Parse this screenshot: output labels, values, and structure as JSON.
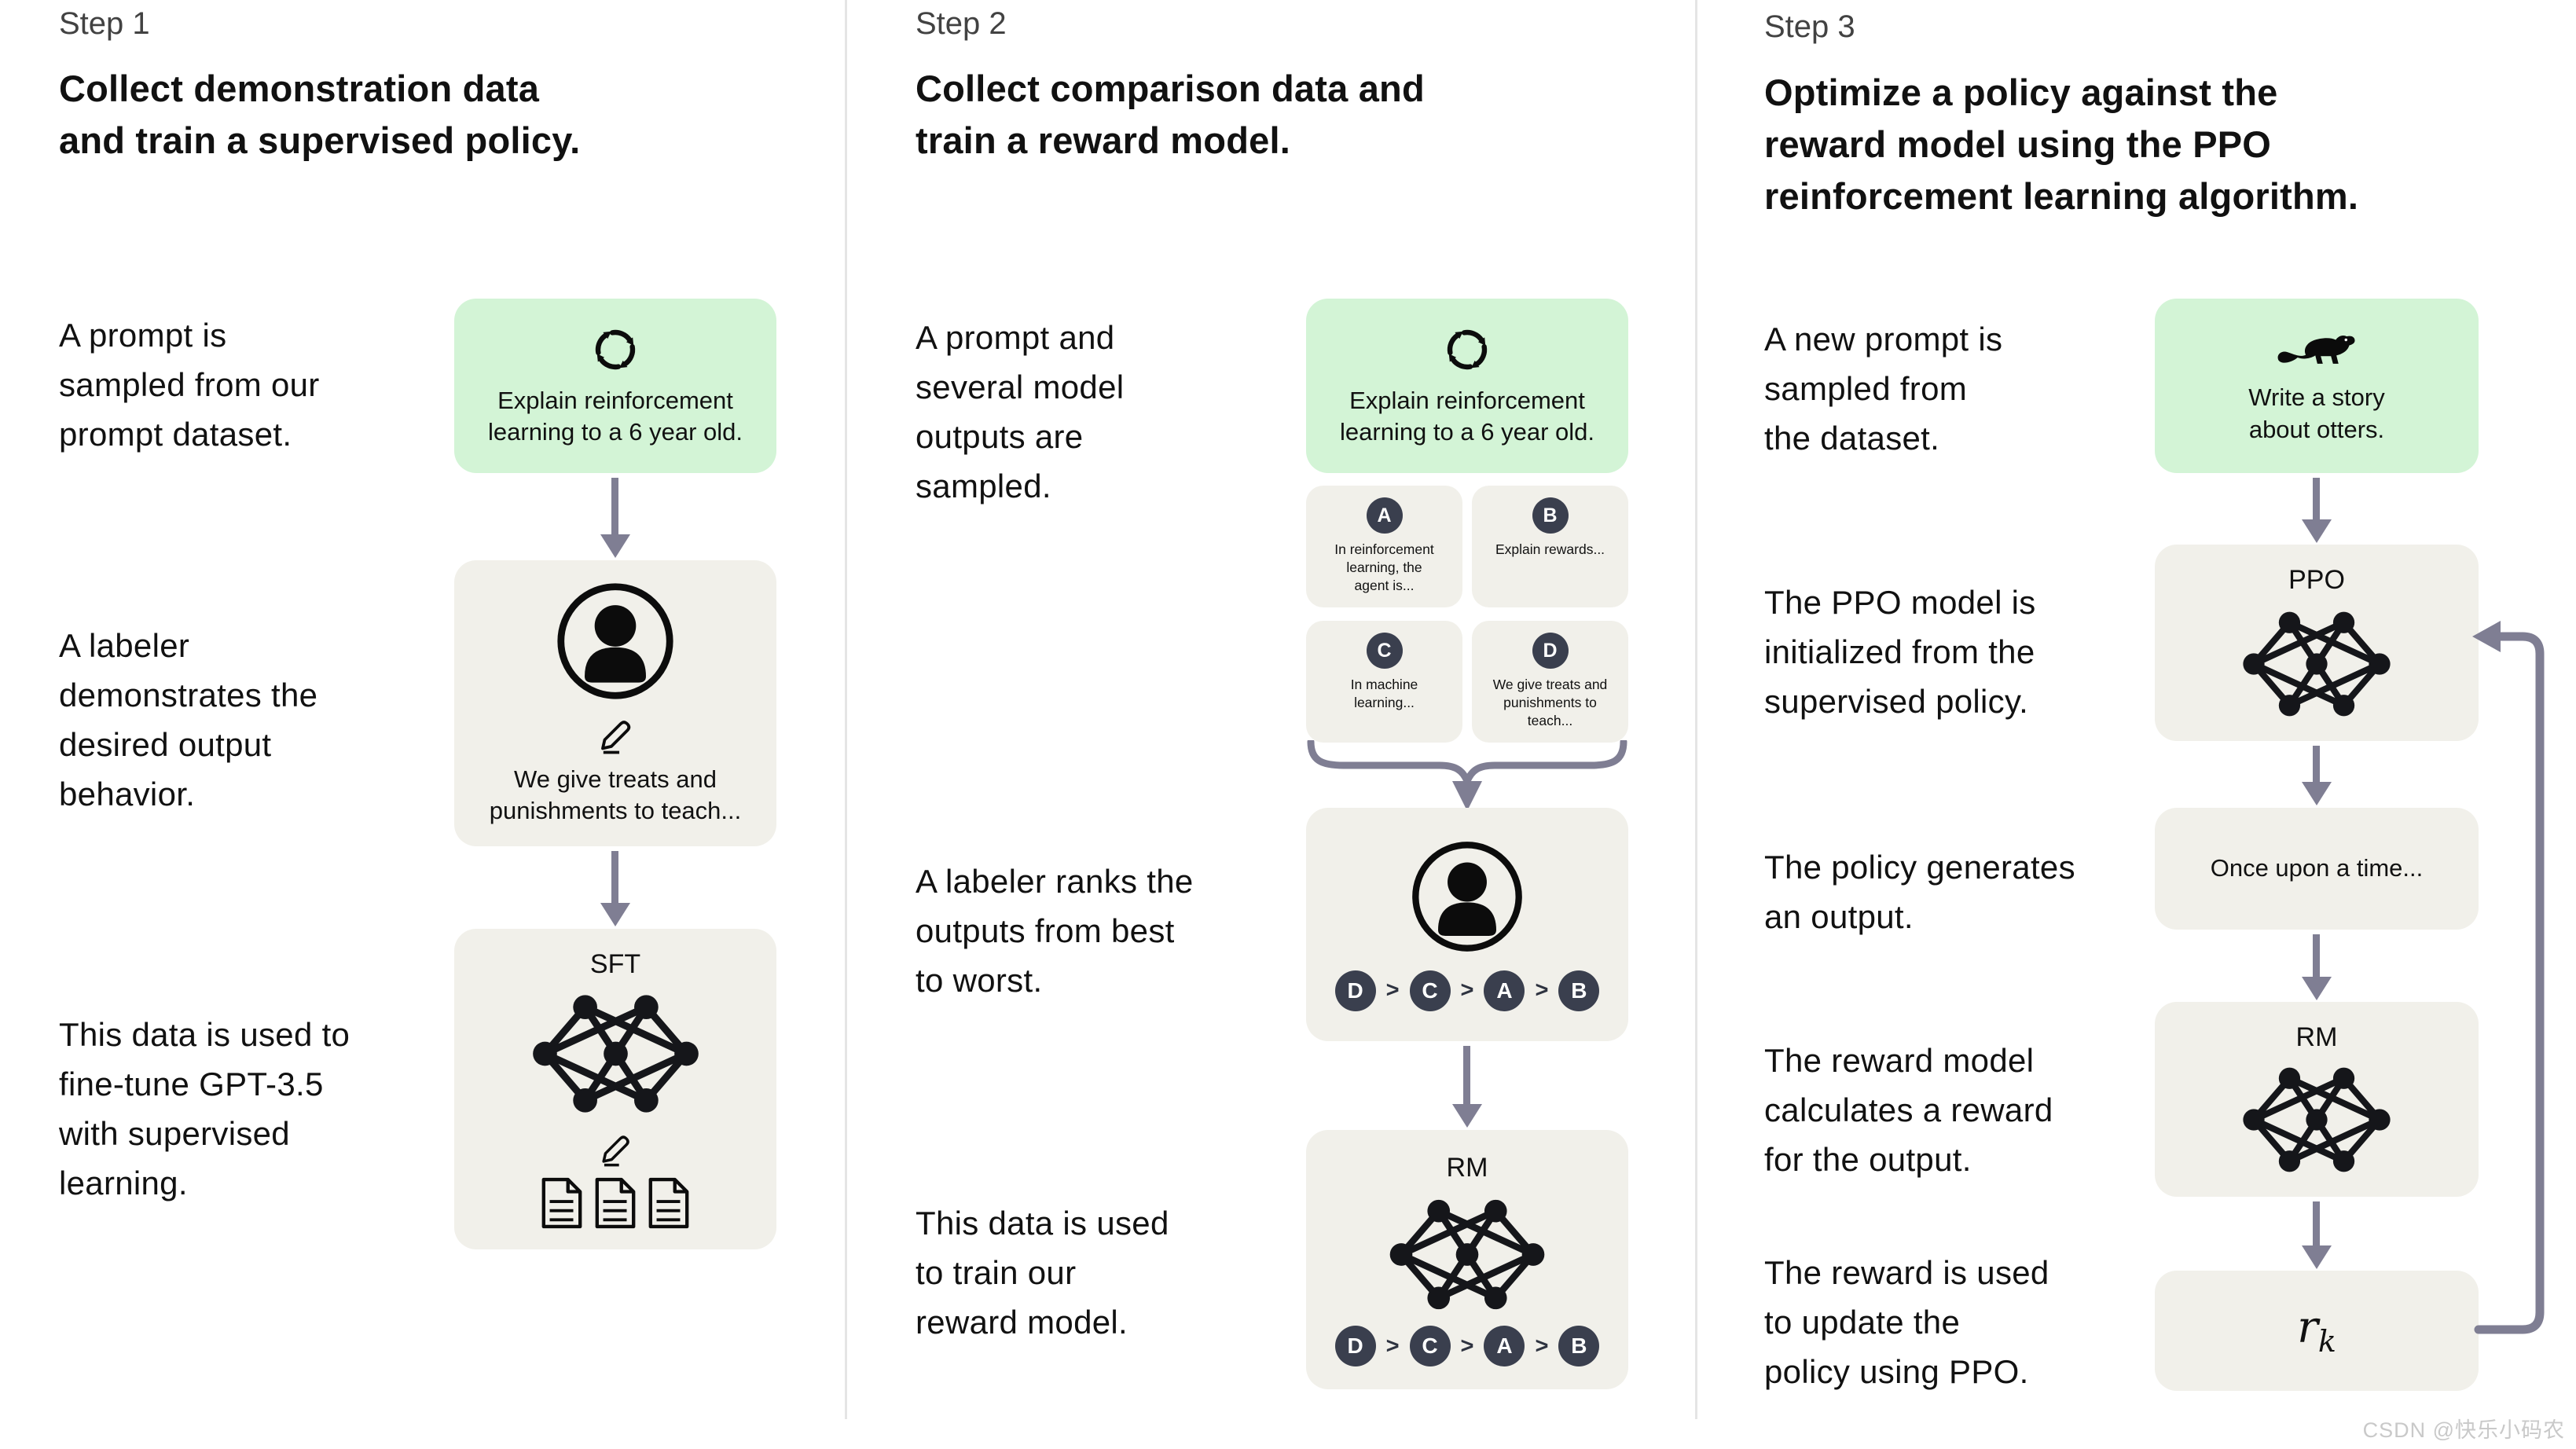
{
  "steps": [
    {
      "label": "Step 1",
      "title": "Collect demonstration data\nand train a supervised policy.",
      "texts": [
        "A prompt is\nsampled from our\nprompt dataset.",
        "A labeler\ndemonstrates the\ndesired output\nbehavior.",
        "This data is used to\nfine-tune GPT-3.5\nwith supervised\nlearning."
      ],
      "prompt_box": {
        "icon": "cycle-icon",
        "text": "Explain reinforcement\nlearning to a 6 year old."
      },
      "labeler_box": {
        "icons": [
          "labeler-icon",
          "pencil-icon"
        ],
        "text": "We give treats and\npunishments to teach..."
      },
      "sft_box": {
        "label": "SFT",
        "icons": [
          "neural-network-icon",
          "pencil-icon",
          "documents-icon"
        ]
      }
    },
    {
      "label": "Step 2",
      "title": "Collect comparison data and\ntrain a reward model.",
      "texts": [
        "A prompt and\nseveral model\noutputs are\nsampled.",
        "A labeler ranks the\noutputs from best\nto worst.",
        "This data is used\nto train our\nreward model."
      ],
      "prompt_box": {
        "icon": "cycle-icon",
        "text": "Explain reinforcement\nlearning to a 6 year old."
      },
      "outputs": [
        {
          "id": "A",
          "text": "In reinforcement\nlearning, the\nagent is..."
        },
        {
          "id": "B",
          "text": "Explain rewards..."
        },
        {
          "id": "C",
          "text": "In machine\nlearning..."
        },
        {
          "id": "D",
          "text": "We give treats and\npunishments to\nteach..."
        }
      ],
      "ranking": {
        "order": [
          "D",
          "C",
          "A",
          "B"
        ],
        "separator": ">"
      },
      "rm_box": {
        "label": "RM",
        "icons": [
          "neural-network-icon"
        ]
      }
    },
    {
      "label": "Step 3",
      "title": "Optimize a policy against the\nreward model using the PPO\nreinforcement learning algorithm.",
      "texts": [
        "A new prompt is\nsampled from\nthe dataset.",
        "The PPO model is\ninitialized from the\nsupervised policy.",
        "The policy generates\nan output.",
        "The reward model\ncalculates a reward\nfor the output.",
        "The reward is used\nto update the\npolicy using PPO."
      ],
      "prompt_box": {
        "icon": "otter-icon",
        "text": "Write a story\nabout otters."
      },
      "ppo_box": {
        "label": "PPO",
        "icons": [
          "neural-network-icon"
        ]
      },
      "output_box": {
        "text": "Once upon a time..."
      },
      "rm_box": {
        "label": "RM",
        "icons": [
          "neural-network-icon"
        ]
      },
      "reward_box": {
        "base": "r",
        "sub": "k"
      }
    }
  ],
  "watermark": "CSDN @快乐小码农",
  "colors": {
    "prompt_green": "#d3f4d6",
    "panel_gray": "#f1f0ea",
    "arrow_gray_purple": "#7f7e93",
    "chip_dark": "#3a3f4e",
    "divider": "#e5e5e5",
    "text": "#111111",
    "step_label": "#424242",
    "watermark": "#c9c9c9"
  }
}
